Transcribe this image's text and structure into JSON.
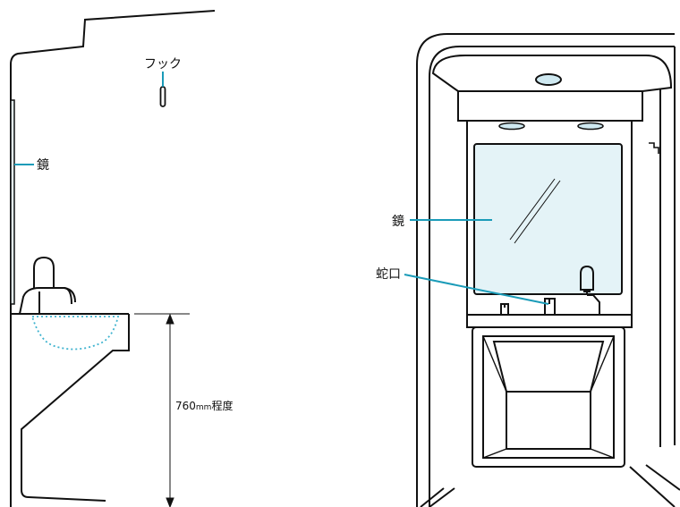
{
  "side_view": {
    "hook_label": "フック",
    "mirror_label": "鏡",
    "height_value": "760",
    "height_unit": "mm",
    "height_suffix": "程度"
  },
  "front_view": {
    "mirror_label": "鏡",
    "faucet_label": "蛇口"
  },
  "colors": {
    "line": "#111111",
    "leader": "#1a9bb8",
    "mirror_fill": "#e4f3f7",
    "lamp_fill": "#cfe9f1",
    "basin_dotted": "#3fb3cf"
  }
}
